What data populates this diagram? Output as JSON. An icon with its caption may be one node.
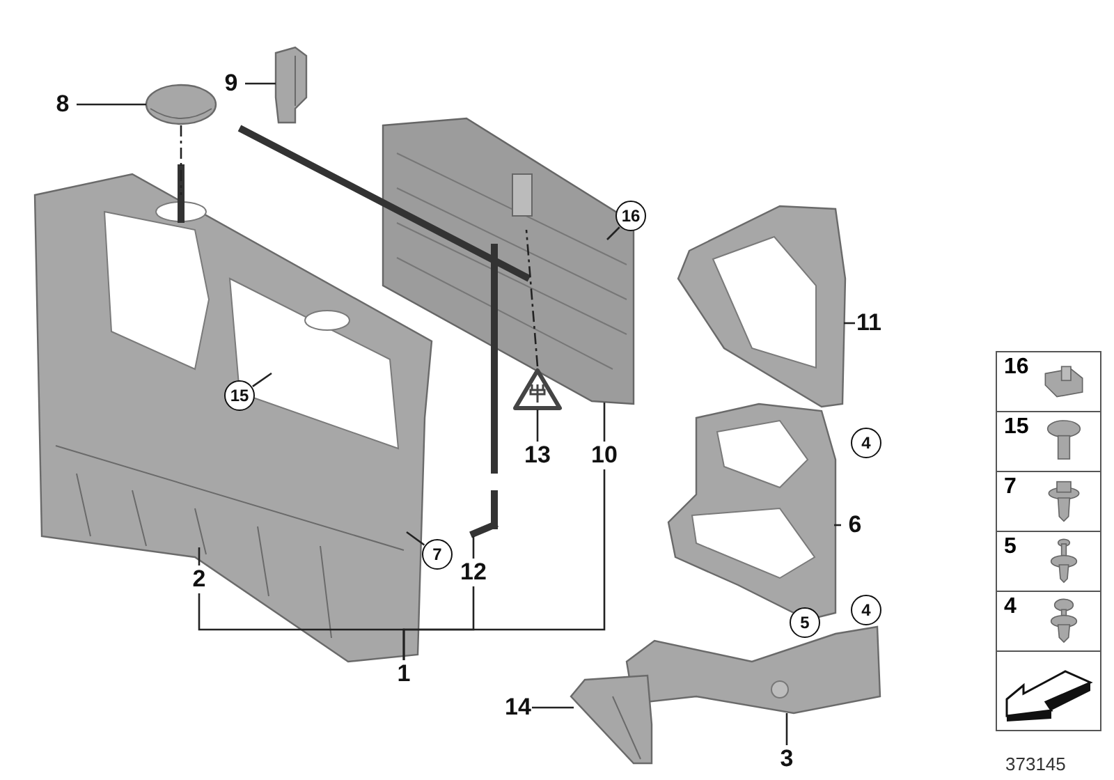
{
  "diagram": {
    "nodes": [
      {
        "text": [
          "8"
        ]
      },
      {
        "text": [],
        "shape": "picture"
      },
      {
        "text": [
          "9"
        ]
      },
      {
        "text": [],
        "shape": "picture"
      },
      {
        "text": [],
        "shape": "picture"
      },
      {
        "text": [],
        "shape": "picture"
      },
      {
        "text": [
          "16"
        ]
      },
      {
        "text": [
          "15"
        ]
      },
      {
        "text": [],
        "shape": "picture"
      },
      {
        "text": [
          "13"
        ]
      },
      {
        "text": [
          "10"
        ]
      },
      {
        "text": [
          "11"
        ]
      },
      {
        "text": [],
        "shape": "picture"
      },
      {
        "text": [
          "4"
        ]
      },
      {
        "text": [],
        "shape": "picture"
      },
      {
        "text": [
          "6"
        ]
      },
      {
        "text": [
          "7"
        ]
      },
      {
        "text": [
          "2"
        ]
      },
      {
        "text": [
          "12"
        ]
      },
      {
        "text": [],
        "shape": "picture"
      },
      {
        "text": [
          "1"
        ]
      },
      {
        "text": [
          "5"
        ]
      },
      {
        "text": [
          "4"
        ]
      },
      {
        "text": [],
        "shape": "picture"
      },
      {
        "text": [
          "3"
        ]
      },
      {
        "text": [
          "14"
        ]
      },
      {
        "text": [],
        "shape": "picture"
      }
    ],
    "edges": [
      {
        "from": 0,
        "to": 1,
        "arrow": "none"
      },
      {
        "from": 2,
        "to": 3,
        "arrow": "none"
      },
      {
        "from": 6,
        "to": 5,
        "arrow": "none"
      },
      {
        "from": 7,
        "to": 4,
        "arrow": "none"
      },
      {
        "from": 9,
        "to": 8,
        "arrow": "none"
      },
      {
        "from": 10,
        "to": 5,
        "arrow": "none"
      },
      {
        "from": 11,
        "to": 12,
        "arrow": "none"
      },
      {
        "from": 15,
        "to": 14,
        "arrow": "none"
      },
      {
        "from": 16,
        "to": 4,
        "arrow": "none"
      },
      {
        "from": 17,
        "to": 4,
        "arrow": "none"
      },
      {
        "from": 18,
        "to": 19,
        "arrow": "none"
      },
      {
        "from": 20,
        "to": 17,
        "arrow": "none"
      },
      {
        "from": 20,
        "to": 18,
        "arrow": "none"
      },
      {
        "from": 20,
        "to": 10,
        "arrow": "none"
      },
      {
        "from": 24,
        "to": 23,
        "arrow": "none"
      },
      {
        "from": 25,
        "to": 26,
        "arrow": "none"
      },
      {
        "from": 1,
        "to": 4,
        "arrow": "none",
        "style": "dashed"
      },
      {
        "from": 8,
        "to": 5,
        "arrow": "none",
        "style": "dashed"
      }
    ],
    "labels": [
      "16",
      "15",
      "7",
      "5",
      "4",
      "373145"
    ]
  }
}
